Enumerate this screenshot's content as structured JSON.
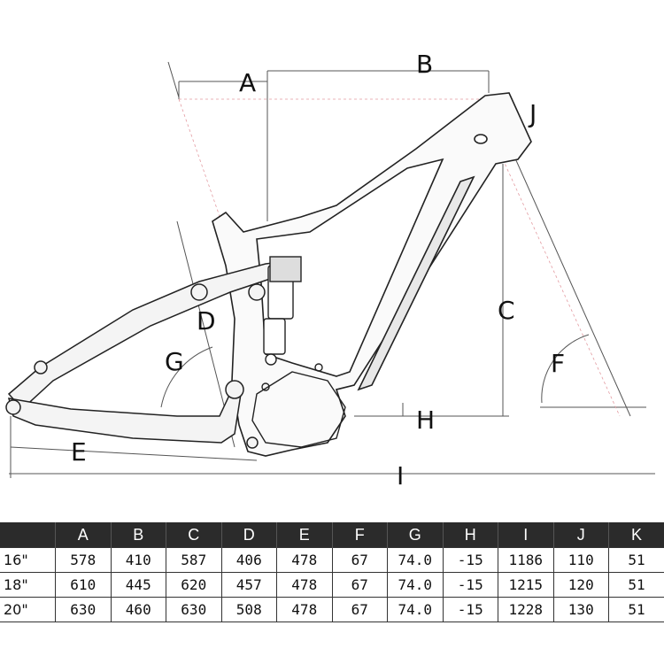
{
  "dimension_labels": {
    "A": "A",
    "B": "B",
    "C": "C",
    "D": "D",
    "E": "E",
    "F": "F",
    "G": "G",
    "H": "H",
    "I": "I",
    "J": "J"
  },
  "table": {
    "corner": "",
    "columns": [
      "A",
      "B",
      "C",
      "D",
      "E",
      "F",
      "G",
      "H",
      "I",
      "J",
      "K"
    ],
    "rows": [
      {
        "size": "16\"",
        "values": [
          "578",
          "410",
          "587",
          "406",
          "478",
          "67",
          "74.0",
          "-15",
          "1186",
          "110",
          "51"
        ]
      },
      {
        "size": "18\"",
        "values": [
          "610",
          "445",
          "620",
          "457",
          "478",
          "67",
          "74.0",
          "-15",
          "1215",
          "120",
          "51"
        ]
      },
      {
        "size": "20\"",
        "values": [
          "630",
          "460",
          "630",
          "508",
          "478",
          "67",
          "74.0",
          "-15",
          "1228",
          "130",
          "51"
        ]
      }
    ]
  }
}
